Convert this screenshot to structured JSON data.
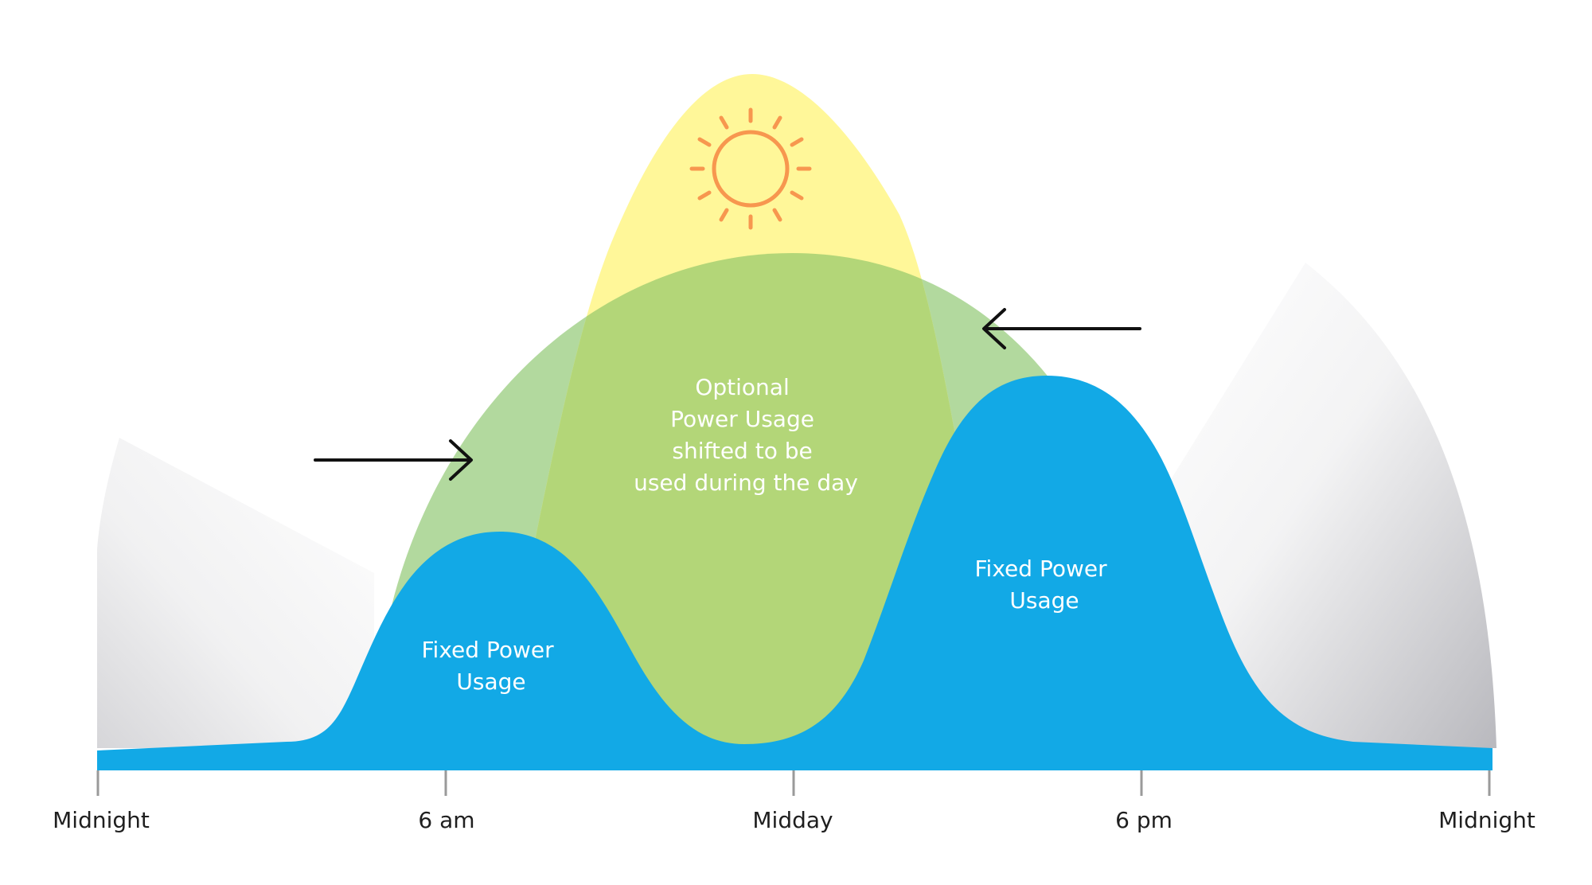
{
  "labels": {
    "optional_usage": [
      "Optional",
      "Power Usage",
      "shifted to be",
      "used during the day"
    ],
    "fixed_usage_left": [
      "Fixed Power",
      "Usage"
    ],
    "fixed_usage_right": [
      "Fixed Power",
      "Usage"
    ]
  },
  "axis": {
    "ticks": [
      "Midnight",
      "6 am",
      "Midday",
      "6 pm",
      "Midnight"
    ]
  },
  "icons": {
    "sun": "sun-icon",
    "arrow_right": "arrow-right-icon",
    "arrow_left": "arrow-left-icon"
  },
  "colors": {
    "fixed_usage": "#12a9e6",
    "optional_usage": "#b2d99e",
    "solar": "#fff799",
    "overlap": "#b3d678",
    "sun": "#f7974f",
    "night_dark": "#b8b8bd",
    "night_light": "#ffffff",
    "axis": "#9a9a9a",
    "arrow": "#111111"
  }
}
